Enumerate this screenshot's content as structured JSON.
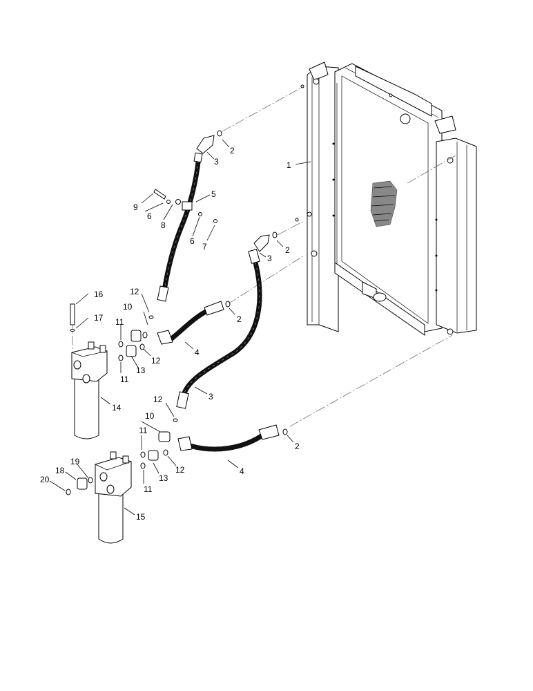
{
  "diagram": {
    "callouts": [
      "1",
      "2",
      "2",
      "2",
      "2",
      "3",
      "3",
      "3",
      "4",
      "4",
      "5",
      "6",
      "6",
      "7",
      "8",
      "9",
      "10",
      "10",
      "11",
      "11",
      "11",
      "11",
      "12",
      "12",
      "12",
      "12",
      "13",
      "13",
      "14",
      "15",
      "16",
      "17",
      "18",
      "19",
      "20"
    ]
  }
}
